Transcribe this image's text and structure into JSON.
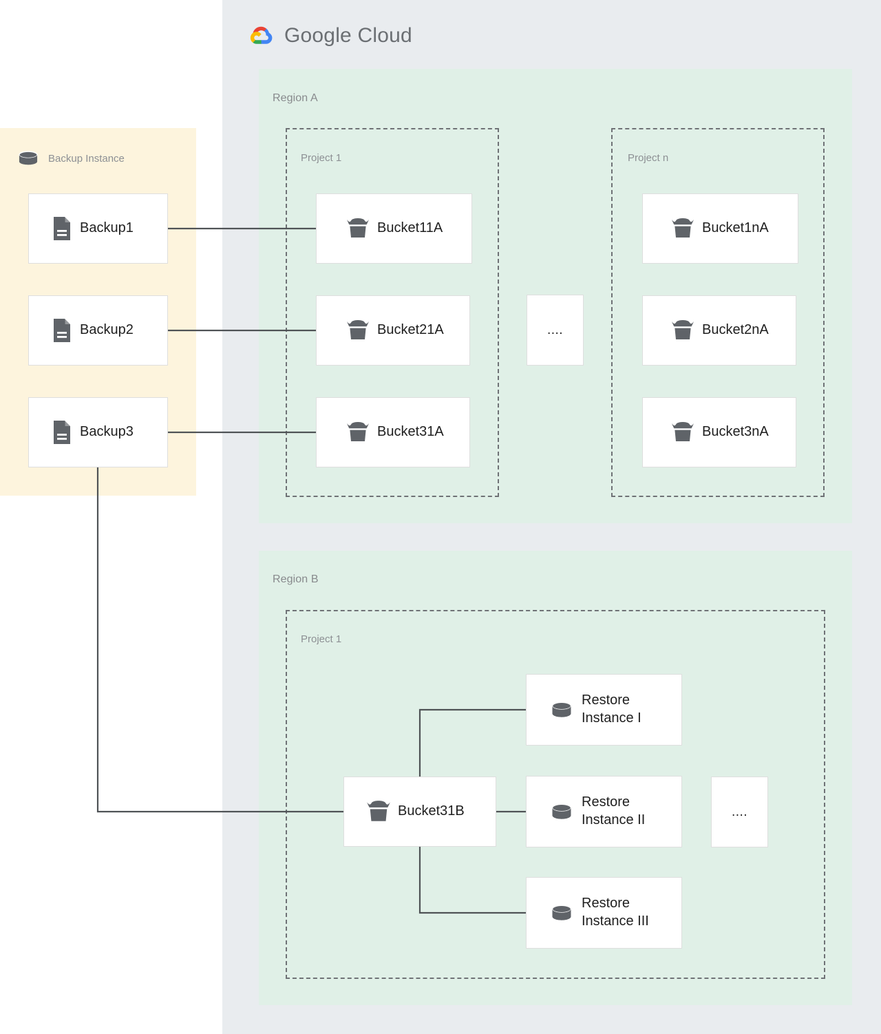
{
  "brand": {
    "name": "Google Cloud",
    "word_a": "Google",
    "word_b": "Cloud",
    "logo_colors": {
      "red": "#ea4335",
      "yellow": "#fbbc04",
      "green": "#34a853",
      "blue": "#4285f4"
    },
    "panel_color": "#e9ecef"
  },
  "backup_panel": {
    "title": "Backup Instance",
    "icon": "database-cylinder-icon",
    "background": "#fdf4dd",
    "items": [
      {
        "label": "Backup1",
        "icon": "document-icon"
      },
      {
        "label": "Backup2",
        "icon": "document-icon"
      },
      {
        "label": "Backup3",
        "icon": "document-icon"
      }
    ]
  },
  "regions": [
    {
      "label": "Region A",
      "background": "#e0f0e7",
      "projects": [
        {
          "label": "Project 1",
          "items": [
            {
              "label": "Bucket11A",
              "icon": "storage-bucket-icon"
            },
            {
              "label": "Bucket21A",
              "icon": "storage-bucket-icon"
            },
            {
              "label": "Bucket31A",
              "icon": "storage-bucket-icon"
            }
          ]
        },
        {
          "label": "Project n",
          "items": [
            {
              "label": "Bucket1nA",
              "icon": "storage-bucket-icon"
            },
            {
              "label": "Bucket2nA",
              "icon": "storage-bucket-icon"
            },
            {
              "label": "Bucket3nA",
              "icon": "storage-bucket-icon"
            }
          ]
        }
      ],
      "ellipsis": "...."
    },
    {
      "label": "Region B",
      "background": "#e0f0e7",
      "projects": [
        {
          "label": "Project 1",
          "bucket": {
            "label": "Bucket31B",
            "icon": "storage-bucket-icon"
          },
          "items": [
            {
              "label": "Restore\nInstance I",
              "icon": "database-cylinder-icon"
            },
            {
              "label": "Restore\nInstance II",
              "icon": "database-cylinder-icon"
            },
            {
              "label": "Restore\nInstance III",
              "icon": "database-cylinder-icon"
            }
          ],
          "ellipsis": "...."
        }
      ]
    }
  ],
  "connections": [
    {
      "from": "Backup1",
      "to": "Bucket11A"
    },
    {
      "from": "Backup2",
      "to": "Bucket21A"
    },
    {
      "from": "Backup3",
      "to": "Bucket31A"
    },
    {
      "from": "Backup3",
      "to": "Bucket31B"
    },
    {
      "from": "Bucket31B",
      "to": "Restore Instance I"
    },
    {
      "from": "Bucket31B",
      "to": "Restore Instance II"
    },
    {
      "from": "Bucket31B",
      "to": "Restore Instance III"
    }
  ],
  "line_color": "#4f5356"
}
